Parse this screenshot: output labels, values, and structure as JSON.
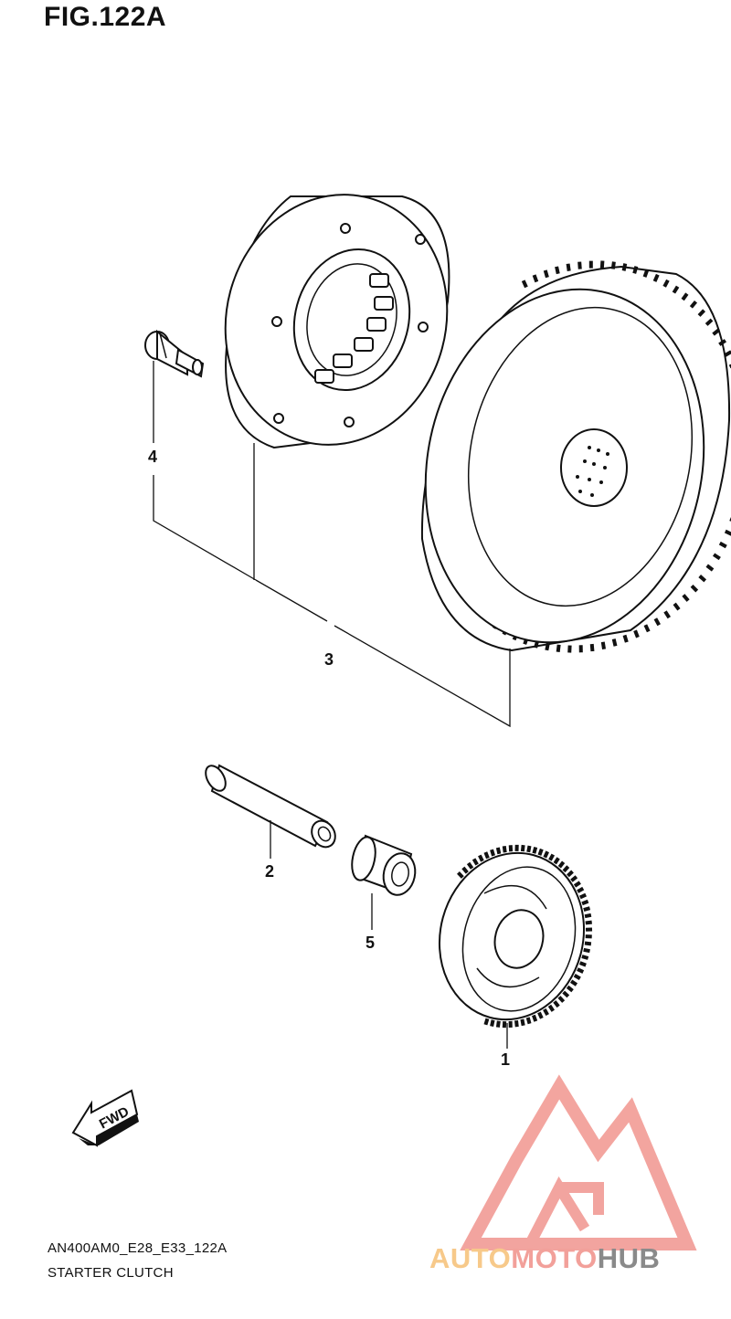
{
  "figure": {
    "title": "FIG.122A",
    "code": "AN400AM0_E28_E33_122A",
    "subtitle": "STARTER CLUTCH"
  },
  "callouts": [
    {
      "id": "1"
    },
    {
      "id": "2"
    },
    {
      "id": "3"
    },
    {
      "id": "4"
    },
    {
      "id": "5"
    }
  ],
  "fwd_label": "FWD",
  "watermark": {
    "text_a": "AUTO",
    "text_b": "MOTO",
    "text_c": "HUB",
    "colors": {
      "triangle": "#f2a09a",
      "auto": "#f7c98a",
      "moto": "#f2a09a",
      "hub": "#8a8a8a"
    }
  }
}
